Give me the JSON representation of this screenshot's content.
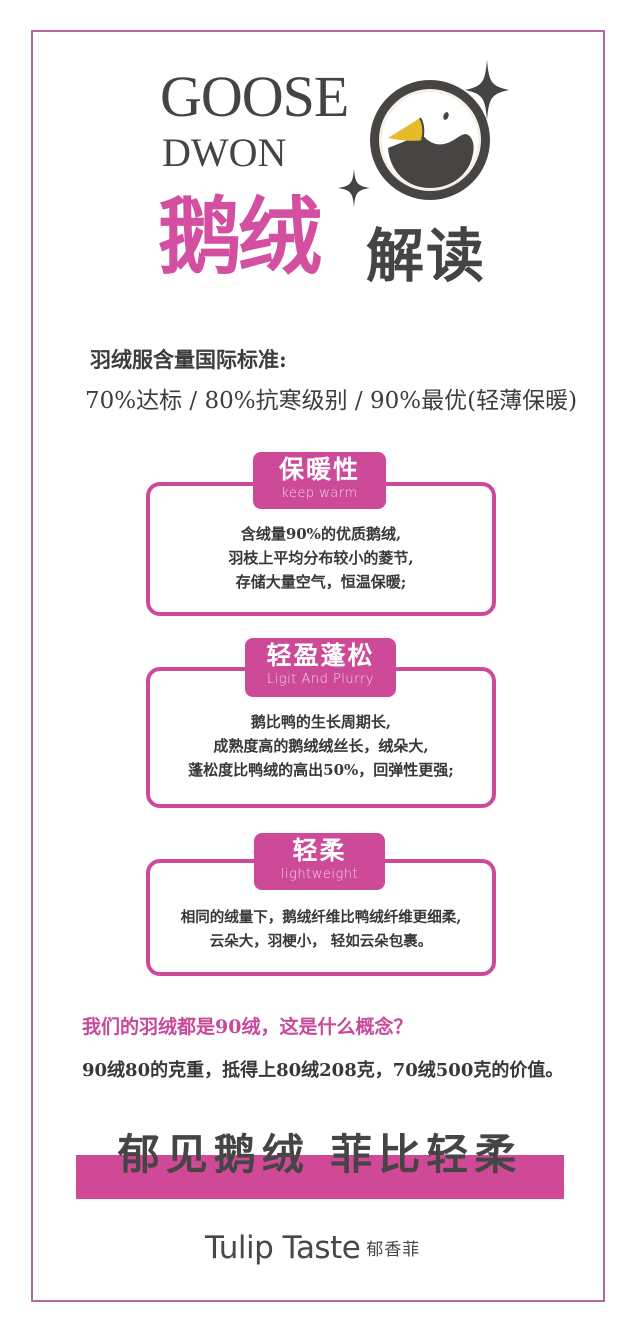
{
  "header": {
    "title_en_line1": "GOOSE",
    "title_en_line2": "DWON",
    "title_cn_highlight": "鹅绒",
    "title_cn_rest": "解读",
    "logo_icon": "goose-head-logo-icon",
    "decorations": [
      "sparkle-star-icon",
      "sparkle-star-icon"
    ]
  },
  "intro": {
    "heading": "羽绒服含量国际标准:",
    "standards_line": "70%达标 / 80%抗寒级别 / 90%最优(轻薄保暖)"
  },
  "features": [
    {
      "title": "保暖性",
      "subtitle": "keep warm",
      "lines": [
        "含绒量90%的优质鹅绒,",
        "羽枝上平均分布较小的菱节,",
        "存储大量空气，恒温保暖;"
      ]
    },
    {
      "title": "轻盈蓬松",
      "subtitle": "Ligit And Plurry",
      "lines": [
        "鹅比鸭的生长周期长,",
        "成熟度高的鹅绒绒丝长，绒朵大,",
        "蓬松度比鸭绒的高出50%，回弹性更强;"
      ]
    },
    {
      "title": "轻柔",
      "subtitle": "lightweight",
      "lines": [
        "相同的绒量下，鹅绒纤维比鸭绒纤维更细柔,",
        "云朵大，羽梗小， 轻如云朵包裹。"
      ]
    }
  ],
  "question": {
    "heading": "我们的羽绒都是90绒，这是什么概念？",
    "answer": "90绒80的克重，抵得上80绒208克，70绒500克的价值。"
  },
  "slogan": "郁见鹅绒 菲比轻柔",
  "brand": {
    "name_en": "Tulip Taste",
    "name_cn": "郁香菲"
  },
  "colors": {
    "accent_pink": "#cd4a98",
    "text_dark": "#464344",
    "beak_yellow": "#e8ba2a",
    "frame_border": "#b5679f"
  }
}
